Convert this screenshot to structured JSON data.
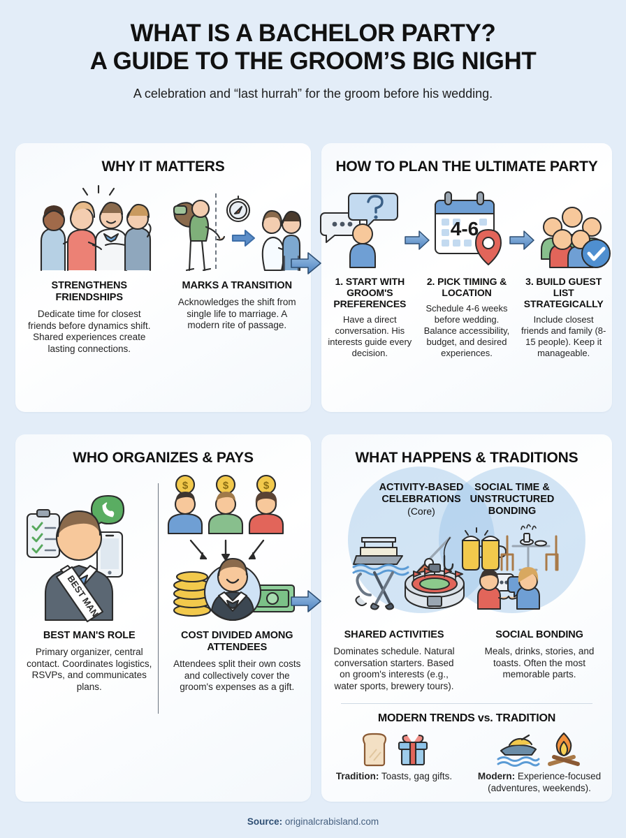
{
  "header": {
    "title_line1": "WHAT IS A BACHELOR PARTY?",
    "title_line2": "A GUIDE TO THE GROOM’S BIG NIGHT",
    "subtitle": "A celebration and “last hurrah” for the groom before his wedding."
  },
  "colors": {
    "page_background": "#e3edf8",
    "panel_background": "#f7fafd",
    "arrow_blue": "#5b8dc8",
    "arrow_blue_dark": "#3d6ea8",
    "venn_fill": "#96c0e8",
    "footer_text": "#46607f",
    "heading_text": "#111111"
  },
  "panels": [
    {
      "id": "why-it-matters",
      "title": "WHY IT MATTERS",
      "items": [
        {
          "heading": "STRENGTHENS FRIENDSHIPS",
          "body": "Dedicate time for closest friends before dynamics shift. Shared experiences create lasting connections.",
          "icon": "group-of-friends-hugging-icon"
        },
        {
          "heading": "MARKS A TRANSITION",
          "body": "Acknowledges the shift from single life to marriage. A modern rite of passage.",
          "icon": "backpacker-to-couple-transition-icon"
        }
      ]
    },
    {
      "id": "how-to-plan",
      "title": "HOW TO PLAN THE ULTIMATE PARTY",
      "items": [
        {
          "heading": "1. START WITH GROOM'S PREFERENCES",
          "body": "Have a direct conversation. His interests guide every decision.",
          "icon": "speech-bubbles-question-icon"
        },
        {
          "heading": "2. PICK TIMING & LOCATION",
          "body": "Schedule 4-6 weeks before wedding. Balance accessibility, budget, and desired experiences.",
          "icon": "calendar-location-pin-icon",
          "calendar_value": "4-6"
        },
        {
          "heading": "3. BUILD GUEST LIST STRATEGICALLY",
          "body": "Include closest friends and family (8-15 people). Keep it manageable.",
          "icon": "guest-group-checkmark-icon"
        }
      ]
    },
    {
      "id": "who-organizes-and-pays",
      "title": "WHO ORGANIZES & PAYS",
      "items": [
        {
          "heading": "BEST MAN'S ROLE",
          "body": "Primary organizer, central contact. Coordinates logistics, RSVPs, and communicates plans.",
          "icon": "best-man-clipboard-phone-icon",
          "sash_text": "BEST MAN"
        },
        {
          "heading": "COST DIVIDED AMONG ATTENDEES",
          "body": "Attendees split their own costs and collectively cover the groom's expenses as a gift.",
          "icon": "attendees-money-to-groom-icon",
          "coin_symbol": "$"
        }
      ]
    },
    {
      "id": "what-happens-and-traditions",
      "title": "WHAT HAPPENS & TRADITIONS",
      "venn": {
        "left_label_line1": "ACTIVITY-BASED",
        "left_label_line2": "CELEBRATIONS",
        "left_label_line3": "(Core)",
        "right_label_line1": "SOCIAL TIME &",
        "right_label_line2": "UNSTRUCTURED",
        "right_label_line3": "BONDING",
        "left_icons": [
          "boat-icon",
          "fishing-rod-icon",
          "golf-clubs-icon",
          "stadium-icon"
        ],
        "right_icons": [
          "beer-cheers-icon",
          "dining-table-icon",
          "people-talking-icon"
        ]
      },
      "items": [
        {
          "heading": "SHARED ACTIVITIES",
          "body": "Dominates schedule. Natural conversation starters. Based on groom's interests (e.g., water sports, brewery tours)."
        },
        {
          "heading": "SOCIAL BONDING",
          "body": "Meals, drinks, stories, and toasts. Often the most memorable parts."
        }
      ],
      "trends": {
        "title": "MODERN TRENDS vs. TRADITION",
        "left": {
          "label_bold": "Tradition:",
          "label_rest": " Toasts, gag gifts.",
          "icons": [
            "toast-bread-icon",
            "gift-box-icon"
          ]
        },
        "right": {
          "label_bold": "Modern:",
          "label_rest": " Experience-focused (adventures, weekends).",
          "icons": [
            "jet-ski-icon",
            "campfire-icon"
          ]
        }
      }
    }
  ],
  "footer": {
    "label": "Source:",
    "value": " originalcrabisland.com"
  }
}
